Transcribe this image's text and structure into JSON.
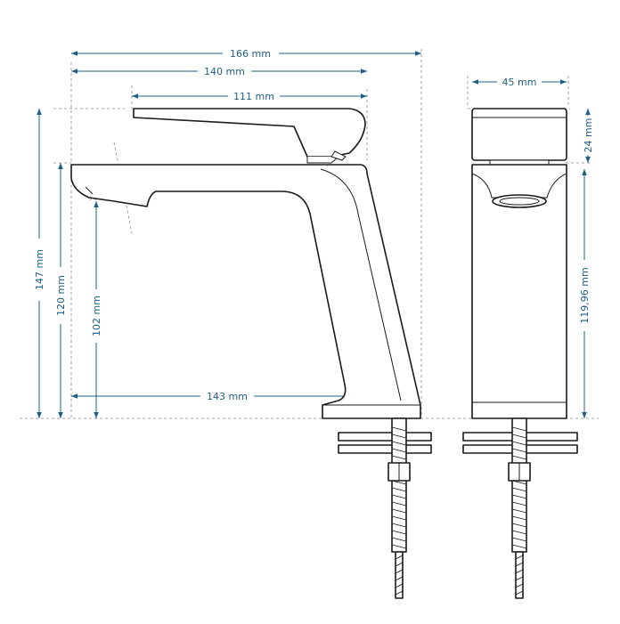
{
  "dimensions": {
    "total_length": "166 mm",
    "body_length": "140 mm",
    "lever_length": "111 mm",
    "spout_reach": "143 mm",
    "total_height": "147 mm",
    "spout_height_upper": "120 mm",
    "spout_height_lower": "102 mm",
    "side_width": "45 mm",
    "lever_height": "24 mm",
    "body_height": "119,96 mm"
  },
  "colors": {
    "dimension": "#1f5f86",
    "outline": "#1a1a1a",
    "guide": "#8a8a8a"
  }
}
